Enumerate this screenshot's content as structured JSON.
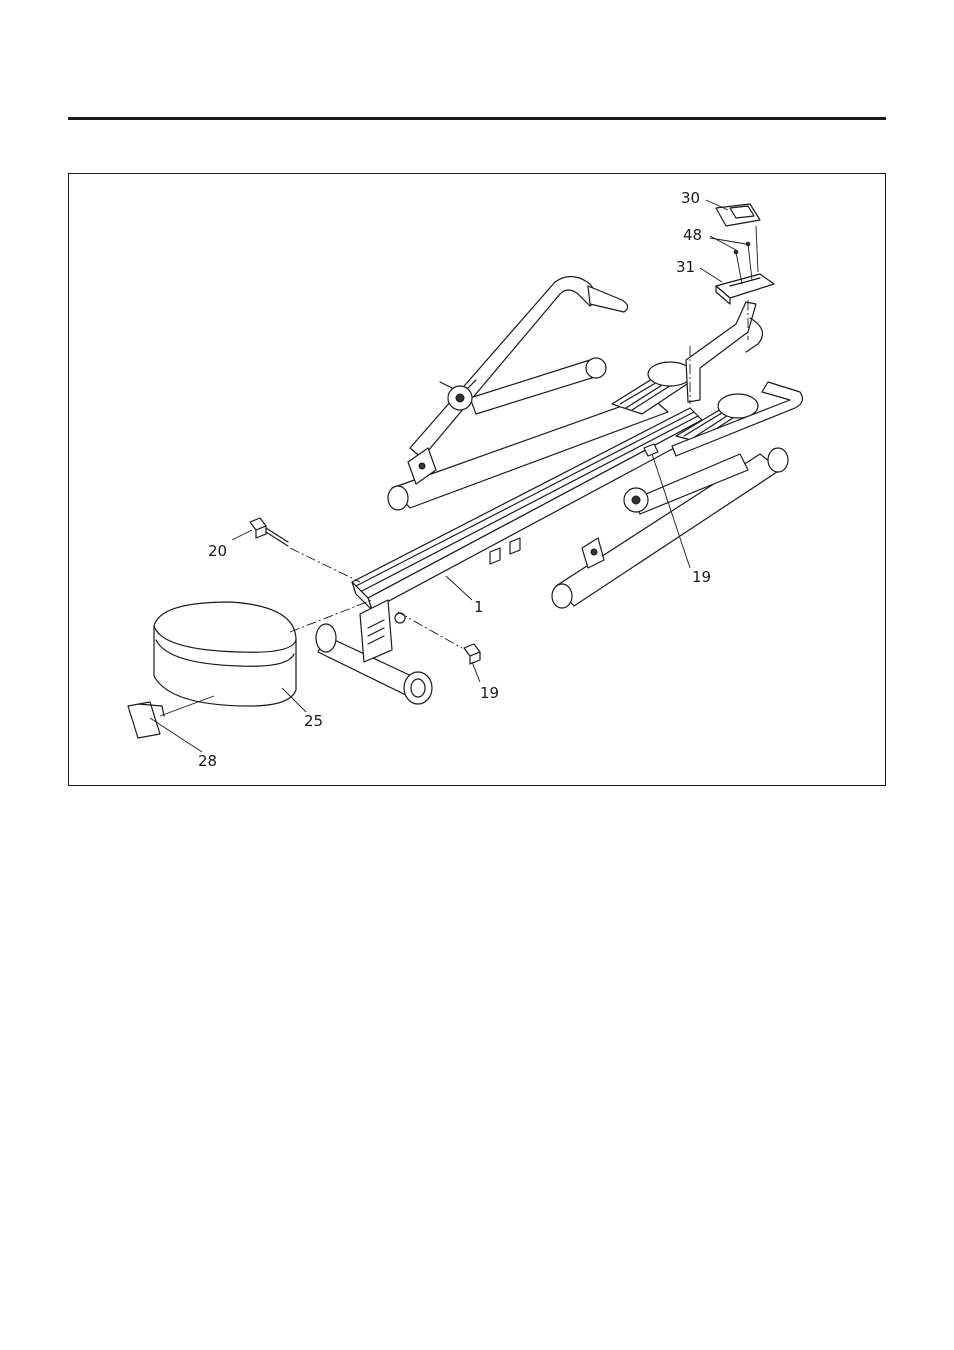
{
  "diagram": {
    "callouts": [
      {
        "id": "c30",
        "text": "30"
      },
      {
        "id": "c48",
        "text": "48"
      },
      {
        "id": "c31",
        "text": "31"
      },
      {
        "id": "c20",
        "text": "20"
      },
      {
        "id": "c19a",
        "text": "19"
      },
      {
        "id": "c1",
        "text": "1"
      },
      {
        "id": "c19b",
        "text": "19"
      },
      {
        "id": "c25",
        "text": "25"
      },
      {
        "id": "c28",
        "text": "28"
      }
    ]
  }
}
